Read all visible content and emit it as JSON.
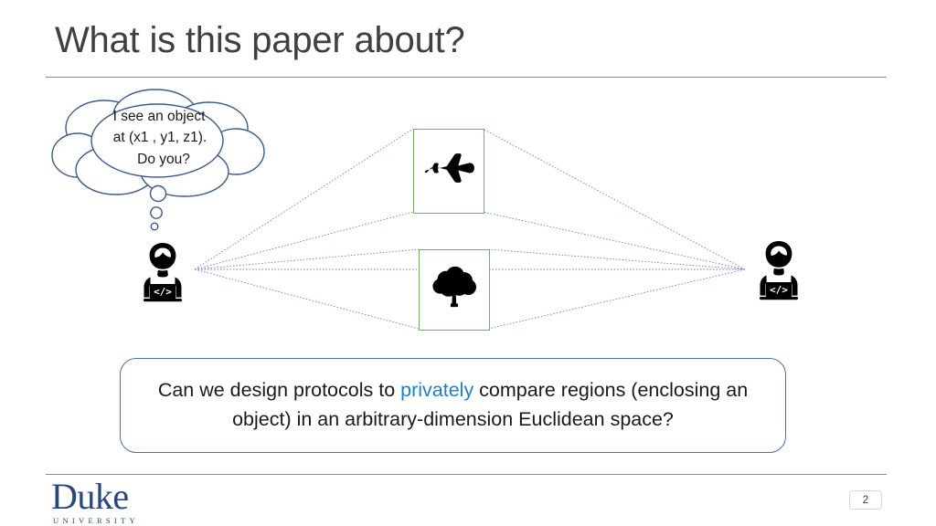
{
  "slide": {
    "title": "What is this paper about?",
    "page_number": "2",
    "accent_blue": "#2080c4",
    "box_green": "#7aab62",
    "border_blue": "#4472a8",
    "ray_blue": "#6a7fbf",
    "duke_blue": "#28477e",
    "title_color": "#404040"
  },
  "thought_bubble": {
    "line1": "I see an object",
    "line2": "at (x1 , y1, z1).",
    "line3": "Do you?"
  },
  "diagram": {
    "objects": [
      {
        "name": "airplane",
        "icon": "airplane-icon"
      },
      {
        "name": "tree",
        "icon": "tree-icon"
      }
    ],
    "actors": [
      {
        "name": "left-programmer",
        "icon": "programmer-icon",
        "screen_text": "</>"
      },
      {
        "name": "right-programmer",
        "icon": "programmer-icon",
        "screen_text": "</>"
      }
    ]
  },
  "question": {
    "part1": "Can we design protocols to ",
    "highlight": "privately",
    "part2": " compare regions (enclosing an object) in an arbitrary-dimension Euclidean space?"
  },
  "footer": {
    "logo_word": "Duke",
    "logo_sub": "UNIVERSITY"
  }
}
